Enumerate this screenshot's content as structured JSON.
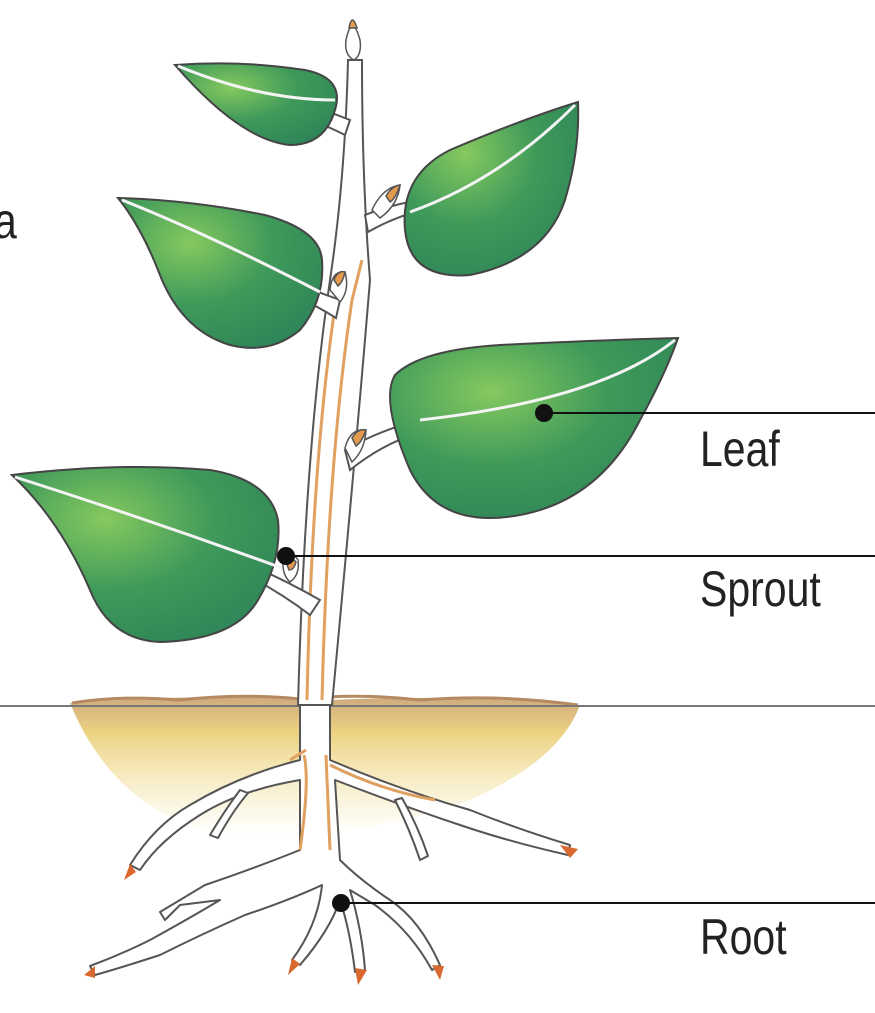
{
  "labels": {
    "partial": "a",
    "leaf": "Leaf",
    "sprout": "Sprout",
    "root": "Root"
  },
  "colors": {
    "leaf_dark": "#2e8b57",
    "leaf_light": "#7cc25b",
    "stem": "#ffffff",
    "vein": "#e0a060",
    "bud": "#e39a4e",
    "root_tip": "#d9692e",
    "soil": "#e8c96a",
    "soil_line": "#777777",
    "leader_line": "#111111"
  }
}
